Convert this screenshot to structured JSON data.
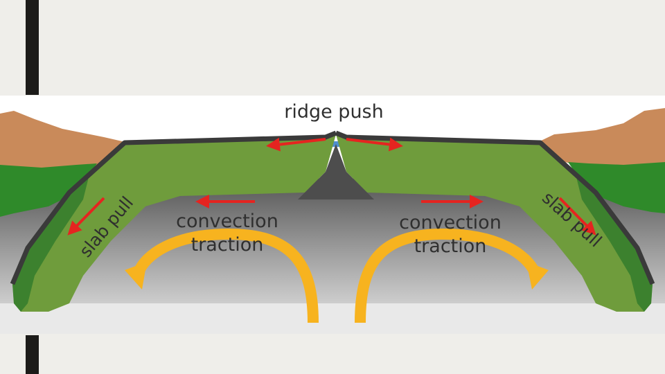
{
  "slide": {
    "accent_color": "#1c1b19",
    "background": "#efeeea"
  },
  "diagram": {
    "labels": {
      "ridge_push": "ridge push",
      "convection_traction_left": [
        "convection",
        "traction"
      ],
      "convection_traction_right": [
        "convection",
        "traction"
      ],
      "slab_pull_left": "slab pull",
      "slab_pull_right": "slab pull"
    },
    "colors": {
      "ocean": "#4f8fcf",
      "plate": "#6f9c3c",
      "plate_dark": "#2f7a2a",
      "crust_edge": "#3a3a3a",
      "continent": "#c98a5a",
      "mantle_top": "#5a5a5a",
      "mantle_bottom": "#e6e6e6",
      "force_arrow": "#e52420",
      "convection_arrow": "#f7b31f"
    }
  }
}
